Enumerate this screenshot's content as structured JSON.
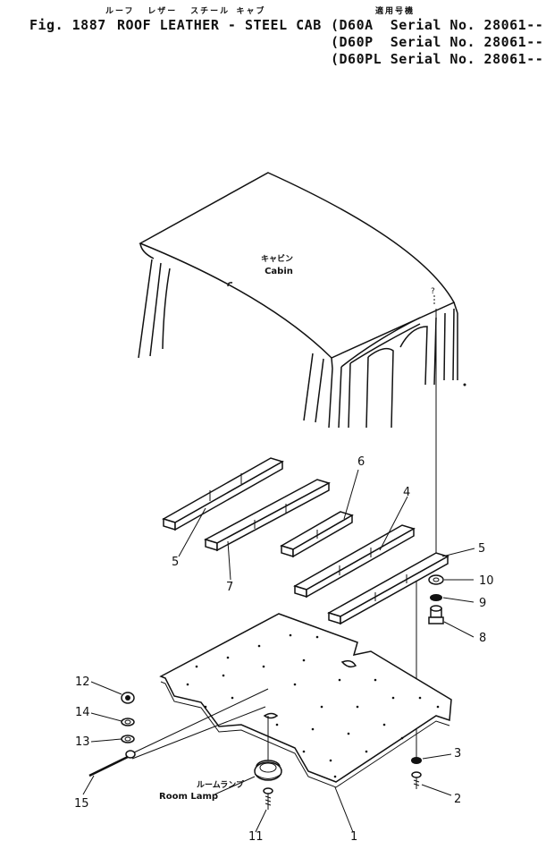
{
  "header": {
    "jp_title": "ルーフ  レザー  スチール キャブ",
    "jp_applicable": "適用号機",
    "fig_label": "Fig. 1887",
    "title": "ROOF LEATHER - STEEL CAB",
    "serials": [
      "(D60A  Serial No. 28061-- )",
      "(D60P  Serial No. 28061-- )",
      "(D60PL Serial No. 28061-- )"
    ]
  },
  "cabin": {
    "jp": "キャビン",
    "en": "Cabin"
  },
  "room_lamp": {
    "jp": "ルームランプ",
    "en": "Room Lamp"
  },
  "callouts": [
    "1",
    "2",
    "3",
    "4",
    "5",
    "5",
    "6",
    "7",
    "8",
    "9",
    "10",
    "11",
    "12",
    "13",
    "14",
    "15"
  ]
}
